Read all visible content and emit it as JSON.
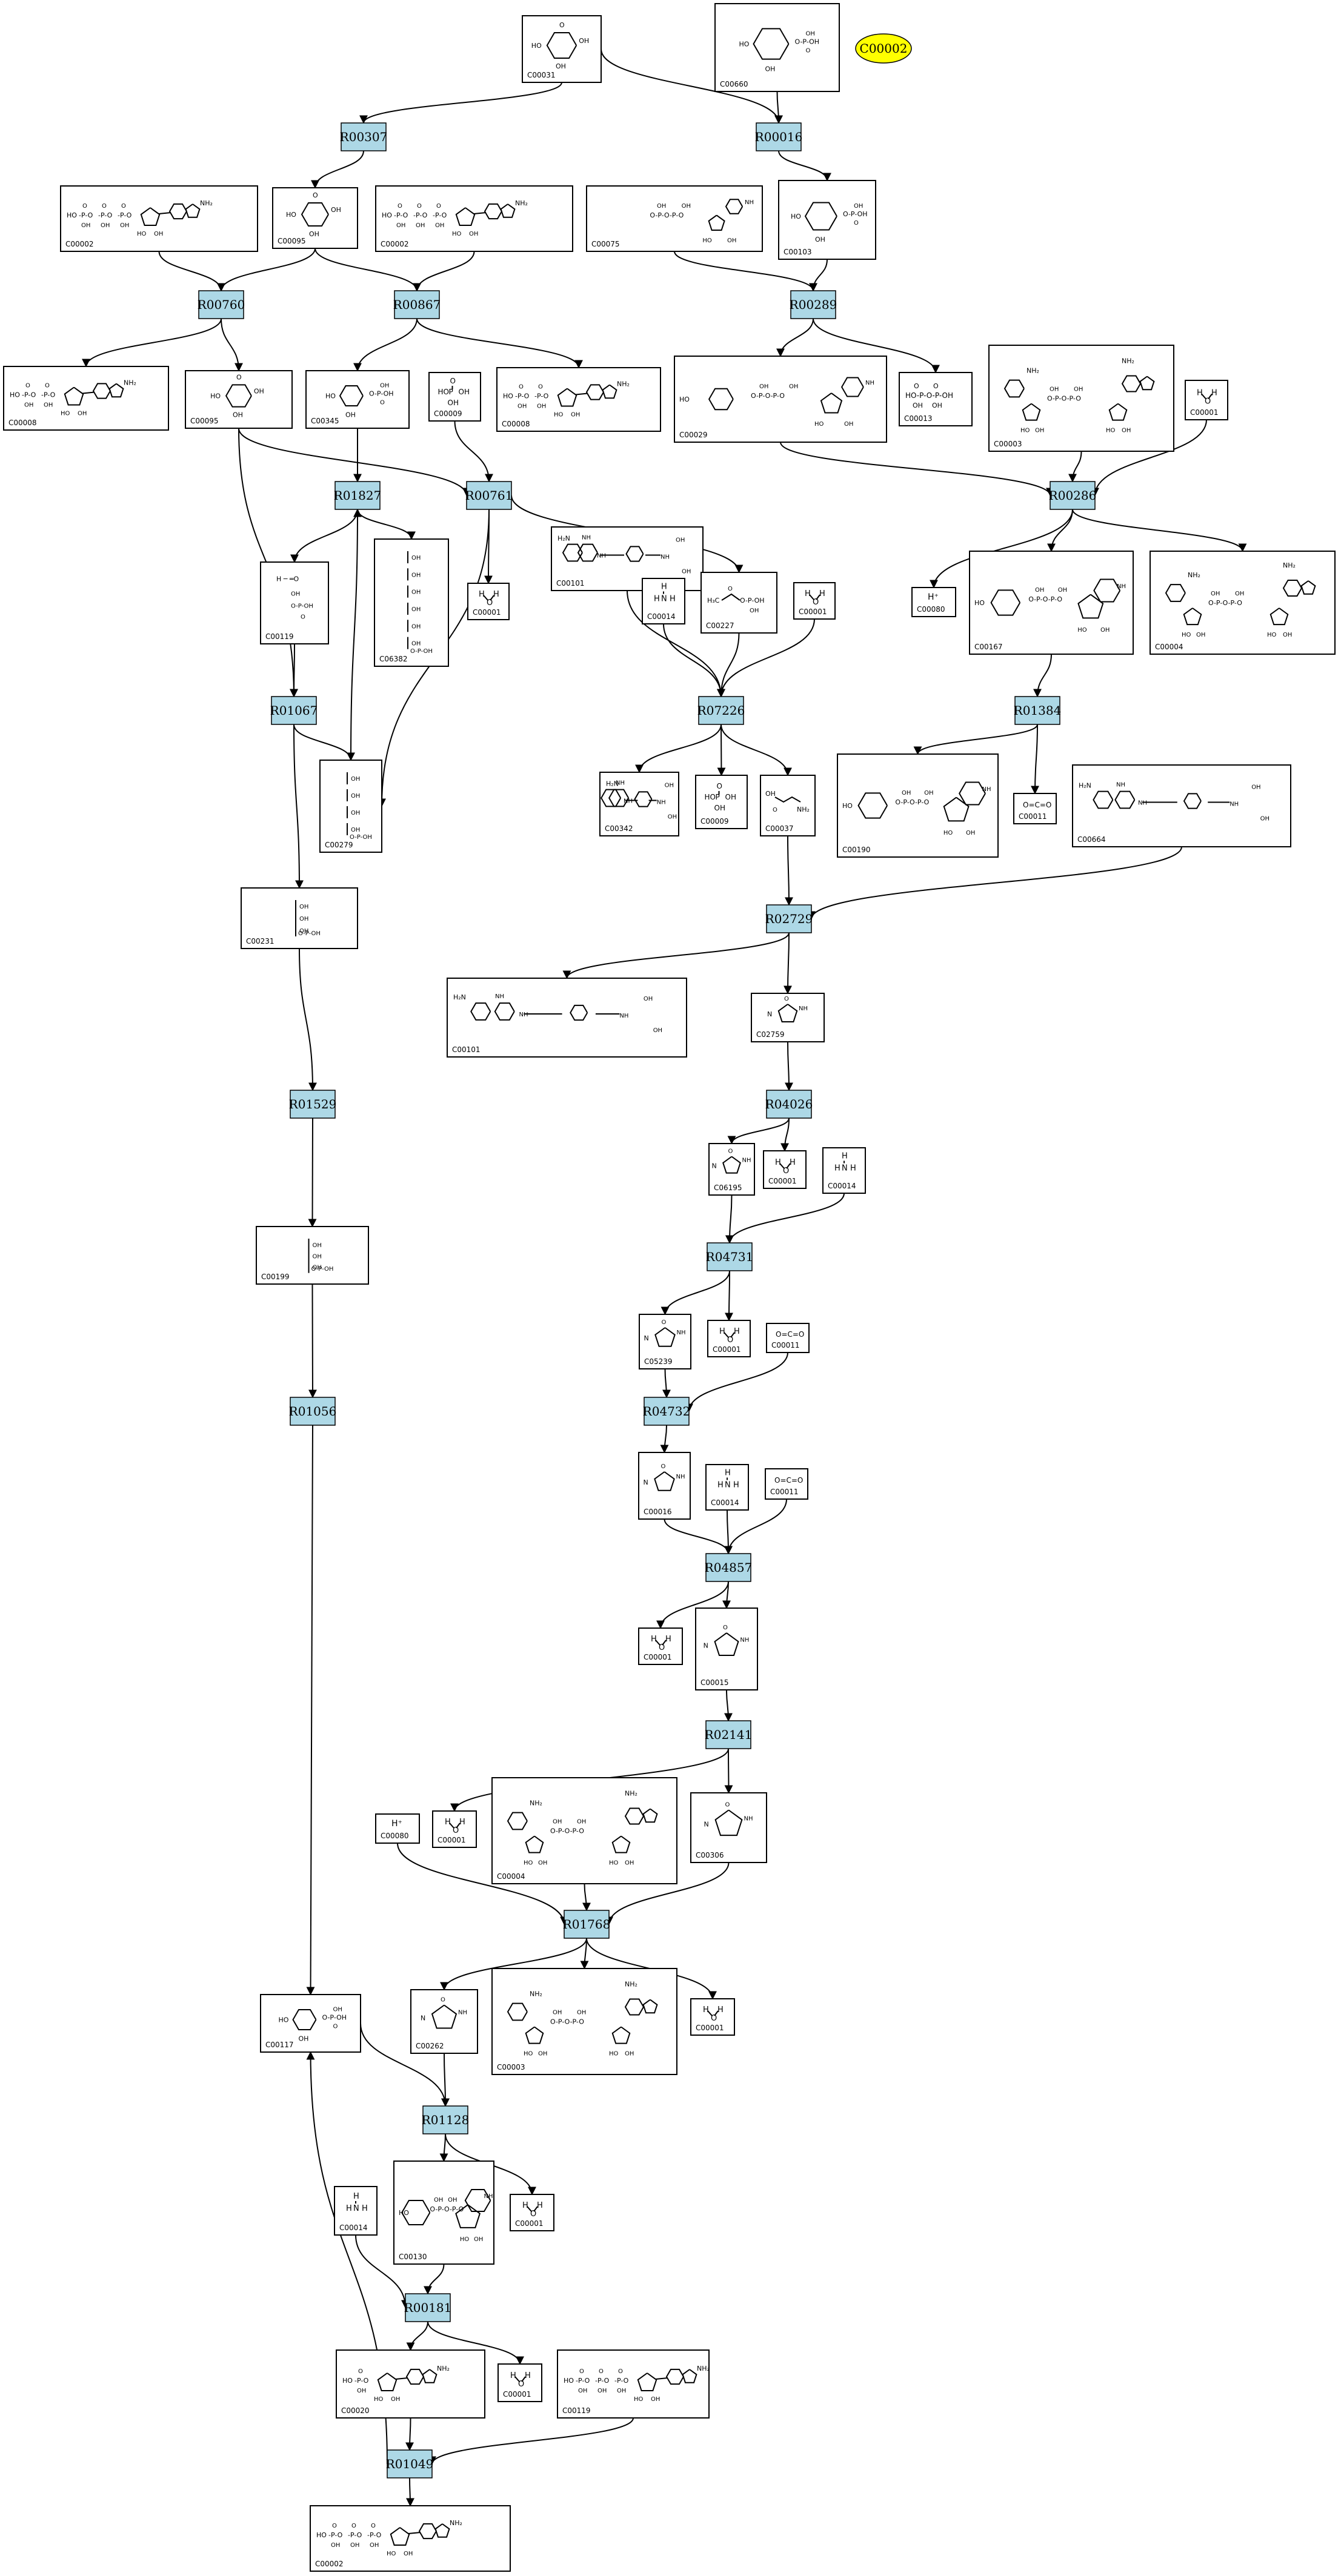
{
  "highlight": {
    "label": "C00002",
    "color": "#ffff00"
  },
  "reaction_color": "#add8e6",
  "compounds": [
    {
      "key": "c00031",
      "id": "C00031"
    },
    {
      "key": "c00660",
      "id": "C00660"
    },
    {
      "key": "c00002a",
      "id": "C00002"
    },
    {
      "key": "c00095a",
      "id": "C00095"
    },
    {
      "key": "c00002b",
      "id": "C00002"
    },
    {
      "key": "c00075",
      "id": "C00075"
    },
    {
      "key": "c00103",
      "id": "C00103"
    },
    {
      "key": "c00008a",
      "id": "C00008"
    },
    {
      "key": "c00095b",
      "id": "C00095"
    },
    {
      "key": "c00345",
      "id": "C00345"
    },
    {
      "key": "c00009a",
      "id": "C00009"
    },
    {
      "key": "c00008b",
      "id": "C00008"
    },
    {
      "key": "c00029",
      "id": "C00029"
    },
    {
      "key": "c00013",
      "id": "C00013"
    },
    {
      "key": "c00003a",
      "id": "C00003"
    },
    {
      "key": "c00001a",
      "id": "C00001"
    },
    {
      "key": "c00001b",
      "id": "C00001"
    },
    {
      "key": "c00080a",
      "id": "C00080"
    },
    {
      "key": "c00167",
      "id": "C00167"
    },
    {
      "key": "c00004a",
      "id": "C00004"
    },
    {
      "key": "c00119",
      "id": "C00119"
    },
    {
      "key": "c06382",
      "id": "C06382"
    },
    {
      "key": "c00101",
      "id": "C00101"
    },
    {
      "key": "c00014a",
      "id": "C00014"
    },
    {
      "key": "c00227",
      "id": "C00227"
    },
    {
      "key": "c00001c",
      "id": "C00001"
    },
    {
      "key": "c00279",
      "id": "C00279"
    },
    {
      "key": "c00342",
      "id": "C00342"
    },
    {
      "key": "c00009b",
      "id": "C00009"
    },
    {
      "key": "c00037",
      "id": "C00037"
    },
    {
      "key": "c00190",
      "id": "C00190"
    },
    {
      "key": "c00011a",
      "id": "C00011"
    },
    {
      "key": "c00664",
      "id": "C00664"
    },
    {
      "key": "c00231",
      "id": "C00231"
    },
    {
      "key": "c00101b",
      "id": "C00101"
    },
    {
      "key": "c02759",
      "id": "C02759"
    },
    {
      "key": "c06195",
      "id": "C06195"
    },
    {
      "key": "c00001d",
      "id": "C00001"
    },
    {
      "key": "c00014b",
      "id": "C00014"
    },
    {
      "key": "c00199",
      "id": "C00199"
    },
    {
      "key": "c05239",
      "id": "C05239"
    },
    {
      "key": "c00001e",
      "id": "C00001"
    },
    {
      "key": "c00011b",
      "id": "C00011"
    },
    {
      "key": "c00016",
      "id": "C00016"
    },
    {
      "key": "c00014c",
      "id": "C00014"
    },
    {
      "key": "c00011c",
      "id": "C00011"
    },
    {
      "key": "c00001f",
      "id": "C00001"
    },
    {
      "key": "c00015",
      "id": "C00015"
    },
    {
      "key": "c00080b",
      "id": "C00080"
    },
    {
      "key": "c00001g",
      "id": "C00001"
    },
    {
      "key": "c00004b",
      "id": "C00004"
    },
    {
      "key": "c00306",
      "id": "C00306"
    },
    {
      "key": "c00117",
      "id": "C00117"
    },
    {
      "key": "c00262",
      "id": "C00262"
    },
    {
      "key": "c00003b",
      "id": "C00003"
    },
    {
      "key": "c00001h",
      "id": "C00001"
    },
    {
      "key": "c00001i",
      "id": "C00001"
    },
    {
      "key": "c00014d",
      "id": "C00014"
    },
    {
      "key": "c00130",
      "id": "C00130"
    },
    {
      "key": "c00020",
      "id": "C00020"
    },
    {
      "key": "c00001j",
      "id": "C00001"
    },
    {
      "key": "c00119b",
      "id": "C00119"
    },
    {
      "key": "c00002c",
      "id": "C00002"
    }
  ],
  "reactions": [
    {
      "key": "R00307",
      "label": "R00307"
    },
    {
      "key": "R00016",
      "label": "R00016"
    },
    {
      "key": "R00760",
      "label": "R00760"
    },
    {
      "key": "R00867",
      "label": "R00867"
    },
    {
      "key": "R00289",
      "label": "R00289"
    },
    {
      "key": "R00286",
      "label": "R00286"
    },
    {
      "key": "R01827",
      "label": "R01827"
    },
    {
      "key": "R00761",
      "label": "R00761"
    },
    {
      "key": "R01067",
      "label": "R01067"
    },
    {
      "key": "R07226",
      "label": "R07226"
    },
    {
      "key": "R01384",
      "label": "R01384"
    },
    {
      "key": "R02729",
      "label": "R02729"
    },
    {
      "key": "R01529",
      "label": "R01529"
    },
    {
      "key": "R04026",
      "label": "R04026"
    },
    {
      "key": "R04731",
      "label": "R04731"
    },
    {
      "key": "R01056",
      "label": "R01056"
    },
    {
      "key": "R04732",
      "label": "R04732"
    },
    {
      "key": "R04857",
      "label": "R04857"
    },
    {
      "key": "R02141",
      "label": "R02141"
    },
    {
      "key": "R01768",
      "label": "R01768"
    },
    {
      "key": "R01128",
      "label": "R01128"
    },
    {
      "key": "R00181",
      "label": "R00181"
    },
    {
      "key": "R01049",
      "label": "R01049"
    }
  ],
  "structure_labels": {
    "hydrogen": "H",
    "oxygen": "O",
    "hydroxyl": "OH",
    "water": "H_O_H",
    "ammonia": "H-N-H",
    "proton": "H⁺",
    "co2": "O=C=O",
    "nh2": "NH₂",
    "phosphate": "HO-P-OH",
    "ho": "HO",
    "nh": "NH",
    "n": "N",
    "h3c": "H₃C",
    "h2n": "H₂N"
  }
}
